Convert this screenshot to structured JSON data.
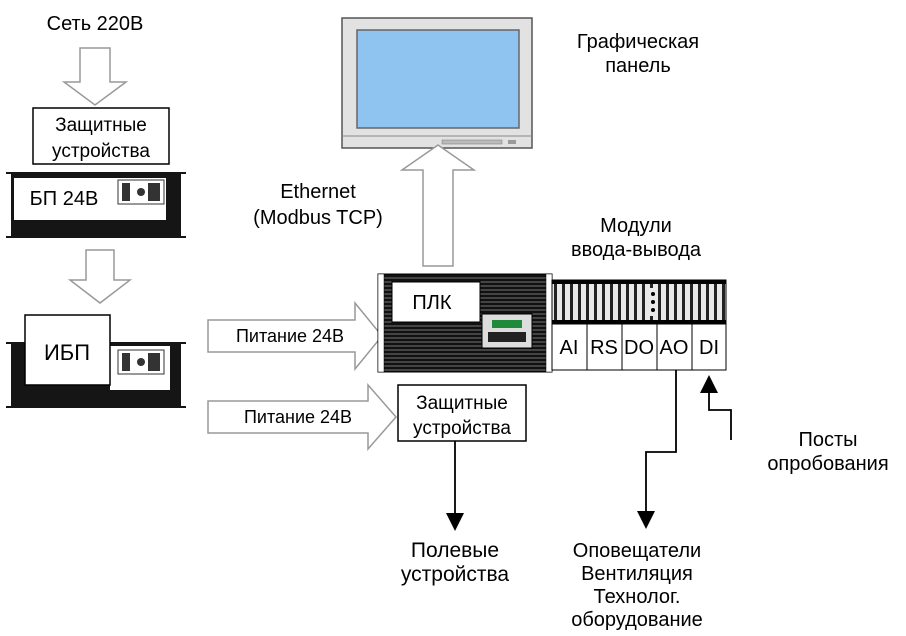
{
  "power": {
    "mains": "Сеть 220В",
    "protection_top": [
      "Защитные",
      "устройства"
    ],
    "psu": "БП 24В",
    "ups": "ИБП"
  },
  "feeds": {
    "to_plc": "Питание 24В",
    "to_field_protection": "Питание 24В"
  },
  "field_protection": [
    "Защитные",
    "устройства"
  ],
  "field_devices": [
    "Полевые",
    "устройства"
  ],
  "network": [
    "Ethernet",
    "(Modbus TCP)"
  ],
  "hmi": [
    "Графическая",
    "панель"
  ],
  "plc": "ПЛК",
  "io_title": [
    "Модули",
    "ввода-вывода"
  ],
  "io_modules": [
    "AI",
    "RS",
    "DO",
    "AO",
    "DI"
  ],
  "outputs": [
    "Оповещатели",
    "Вентиляция",
    "Технолог.",
    "оборудование"
  ],
  "test_posts": [
    "Посты",
    "опробования"
  ],
  "colors": {
    "screen": "#8fc3f0",
    "bezel": "#e2e2e2",
    "block_arrow_fill": "#ffffff",
    "equipment_dark": "#151515"
  }
}
